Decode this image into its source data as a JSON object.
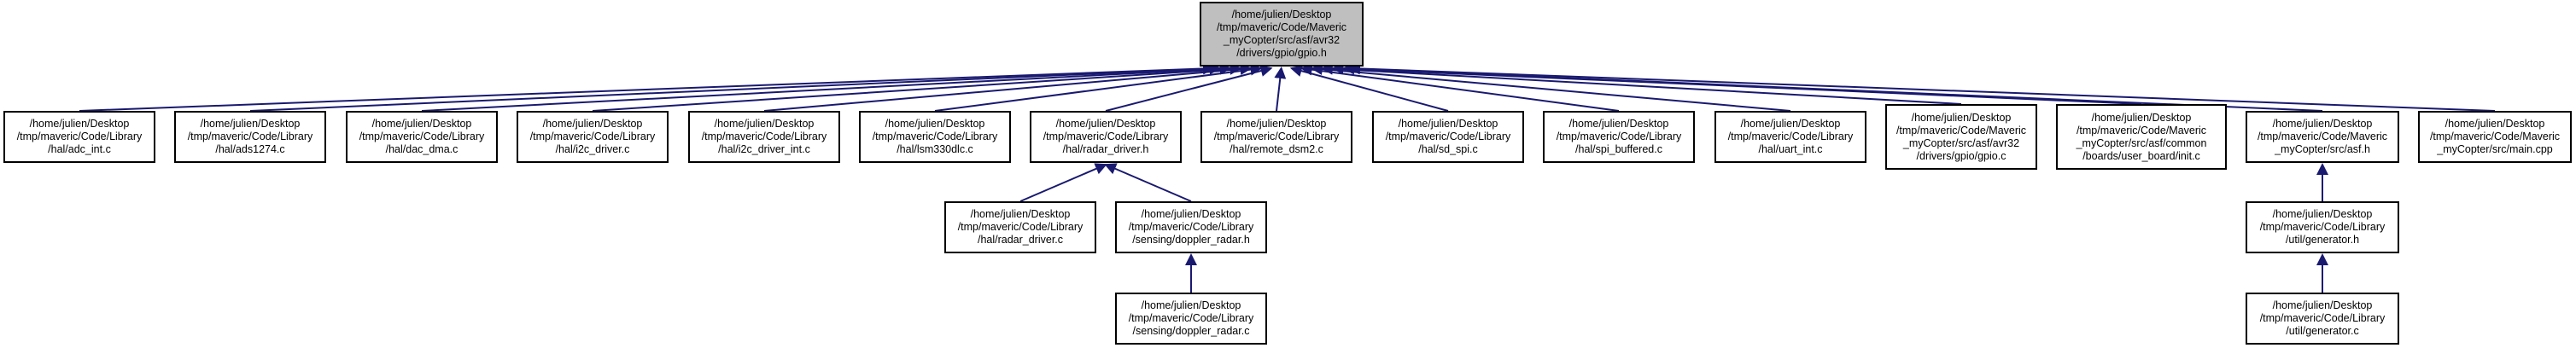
{
  "diagram": {
    "edge_color": "#191970",
    "root_fill": "#bfbfbf",
    "nodes": [
      {
        "id": "root",
        "lines": [
          "/home/julien/Desktop",
          "/tmp/maveric/Code/Maveric",
          "_myCopter/src/asf/avr32",
          "/drivers/gpio/gpio.h"
        ]
      },
      {
        "id": "adc_int",
        "lines": [
          "/home/julien/Desktop",
          "/tmp/maveric/Code/Library",
          "/hal/adc_int.c"
        ]
      },
      {
        "id": "ads1274",
        "lines": [
          "/home/julien/Desktop",
          "/tmp/maveric/Code/Library",
          "/hal/ads1274.c"
        ]
      },
      {
        "id": "dac_dma",
        "lines": [
          "/home/julien/Desktop",
          "/tmp/maveric/Code/Library",
          "/hal/dac_dma.c"
        ]
      },
      {
        "id": "i2c_driver",
        "lines": [
          "/home/julien/Desktop",
          "/tmp/maveric/Code/Library",
          "/hal/i2c_driver.c"
        ]
      },
      {
        "id": "i2c_driver_int",
        "lines": [
          "/home/julien/Desktop",
          "/tmp/maveric/Code/Library",
          "/hal/i2c_driver_int.c"
        ]
      },
      {
        "id": "lsm330dlc",
        "lines": [
          "/home/julien/Desktop",
          "/tmp/maveric/Code/Library",
          "/hal/lsm330dlc.c"
        ]
      },
      {
        "id": "radar_driver_h",
        "lines": [
          "/home/julien/Desktop",
          "/tmp/maveric/Code/Library",
          "/hal/radar_driver.h"
        ]
      },
      {
        "id": "remote_dsm2",
        "lines": [
          "/home/julien/Desktop",
          "/tmp/maveric/Code/Library",
          "/hal/remote_dsm2.c"
        ]
      },
      {
        "id": "sd_spi",
        "lines": [
          "/home/julien/Desktop",
          "/tmp/maveric/Code/Library",
          "/hal/sd_spi.c"
        ]
      },
      {
        "id": "spi_buffered",
        "lines": [
          "/home/julien/Desktop",
          "/tmp/maveric/Code/Library",
          "/hal/spi_buffered.c"
        ]
      },
      {
        "id": "uart_int",
        "lines": [
          "/home/julien/Desktop",
          "/tmp/maveric/Code/Library",
          "/hal/uart_int.c"
        ]
      },
      {
        "id": "gpio_c",
        "lines": [
          "/home/julien/Desktop",
          "/tmp/maveric/Code/Maveric",
          "_myCopter/src/asf/avr32",
          "/drivers/gpio/gpio.c"
        ]
      },
      {
        "id": "user_board_init",
        "lines": [
          "/home/julien/Desktop",
          "/tmp/maveric/Code/Maveric",
          "_myCopter/src/asf/common",
          "/boards/user_board/init.c"
        ]
      },
      {
        "id": "asf_h",
        "lines": [
          "/home/julien/Desktop",
          "/tmp/maveric/Code/Maveric",
          "_myCopter/src/asf.h"
        ]
      },
      {
        "id": "main_cpp",
        "lines": [
          "/home/julien/Desktop",
          "/tmp/maveric/Code/Maveric",
          "_myCopter/src/main.cpp"
        ]
      },
      {
        "id": "radar_driver_c",
        "lines": [
          "/home/julien/Desktop",
          "/tmp/maveric/Code/Library",
          "/hal/radar_driver.c"
        ]
      },
      {
        "id": "doppler_radar_h",
        "lines": [
          "/home/julien/Desktop",
          "/tmp/maveric/Code/Library",
          "/sensing/doppler_radar.h"
        ]
      },
      {
        "id": "generator_h",
        "lines": [
          "/home/julien/Desktop",
          "/tmp/maveric/Code/Library",
          "/util/generator.h"
        ]
      },
      {
        "id": "doppler_radar_c",
        "lines": [
          "/home/julien/Desktop",
          "/tmp/maveric/Code/Library",
          "/sensing/doppler_radar.c"
        ]
      },
      {
        "id": "generator_c",
        "lines": [
          "/home/julien/Desktop",
          "/tmp/maveric/Code/Library",
          "/util/generator.c"
        ]
      }
    ],
    "edges": [
      {
        "from": "adc_int",
        "to": "root"
      },
      {
        "from": "ads1274",
        "to": "root"
      },
      {
        "from": "dac_dma",
        "to": "root"
      },
      {
        "from": "i2c_driver",
        "to": "root"
      },
      {
        "from": "i2c_driver_int",
        "to": "root"
      },
      {
        "from": "lsm330dlc",
        "to": "root"
      },
      {
        "from": "radar_driver_h",
        "to": "root"
      },
      {
        "from": "remote_dsm2",
        "to": "root"
      },
      {
        "from": "sd_spi",
        "to": "root"
      },
      {
        "from": "spi_buffered",
        "to": "root"
      },
      {
        "from": "uart_int",
        "to": "root"
      },
      {
        "from": "gpio_c",
        "to": "root"
      },
      {
        "from": "user_board_init",
        "to": "root"
      },
      {
        "from": "asf_h",
        "to": "root"
      },
      {
        "from": "main_cpp",
        "to": "root"
      },
      {
        "from": "radar_driver_c",
        "to": "radar_driver_h"
      },
      {
        "from": "doppler_radar_h",
        "to": "radar_driver_h"
      },
      {
        "from": "doppler_radar_c",
        "to": "doppler_radar_h"
      },
      {
        "from": "generator_h",
        "to": "asf_h"
      },
      {
        "from": "generator_c",
        "to": "generator_h"
      }
    ]
  }
}
